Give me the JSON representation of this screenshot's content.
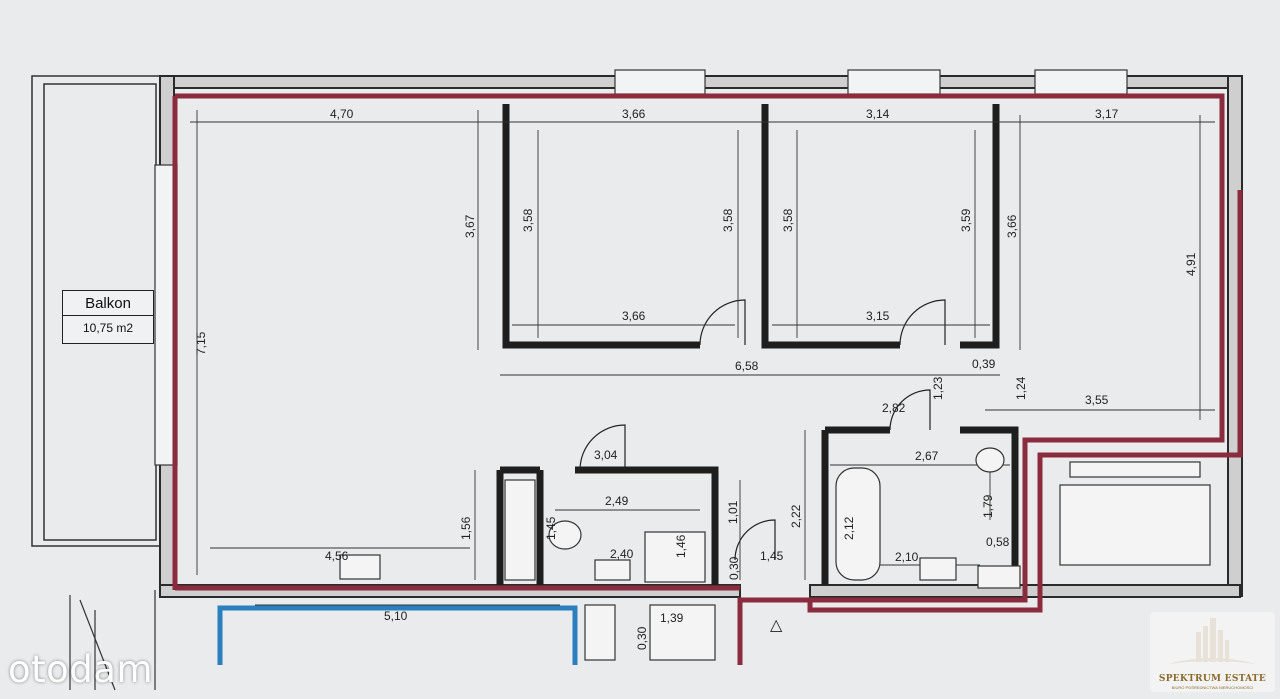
{
  "balcony": {
    "name": "Balkon",
    "area": "10,75 m2"
  },
  "dimensions": {
    "top_a": "4,70",
    "top_b": "3,66",
    "top_c": "3,14",
    "top_d": "3,17",
    "left_outer": "7,15",
    "left_inner": "3,67",
    "room1_left": "3,58",
    "room1_right": "3,58",
    "room1_bottom": "3,66",
    "room2_left": "3,58",
    "room2_right": "3,59",
    "room2_bottom": "3,15",
    "corridor_h": "3,66",
    "right_room": "4,91",
    "right_room_bottom": "3,55",
    "rooms_span": "6,58",
    "small_a": "0,39",
    "hall_v1": "1,23",
    "hall_v2": "1,24",
    "hall_w": "2,82",
    "door_w": "3,04",
    "bath_top": "2,67",
    "bath_w": "2,49",
    "wc_v": "2,22",
    "bath_v": "2,12",
    "bath_bottom": "2,10",
    "shaft_v": "1,79",
    "shaft_small": "0,58",
    "entry_w": "1,45",
    "entry_v": "1,01",
    "toilet_v": "1,45",
    "toilet_v2": "1,46",
    "basin_w": "2,40",
    "kitchen_v": "1,56",
    "kitchen_len": "4,56",
    "neighbour_a": "5,10",
    "neighbour_b": "0,30",
    "neighbour_c": "1,39",
    "small_c": "0,30"
  },
  "marker": "△",
  "watermark": "otodam",
  "agency": {
    "name": "SPEKTRUM ESTATE",
    "tagline": "BIURO POŚREDNICTWA NIERUCHOMOŚCI"
  },
  "colors": {
    "outline_red": "#8a2b3e",
    "outline_blue": "#2b7fbf",
    "wall": "#1e1e1e",
    "paper": "#e9ebec",
    "gold": "#9a7433"
  }
}
